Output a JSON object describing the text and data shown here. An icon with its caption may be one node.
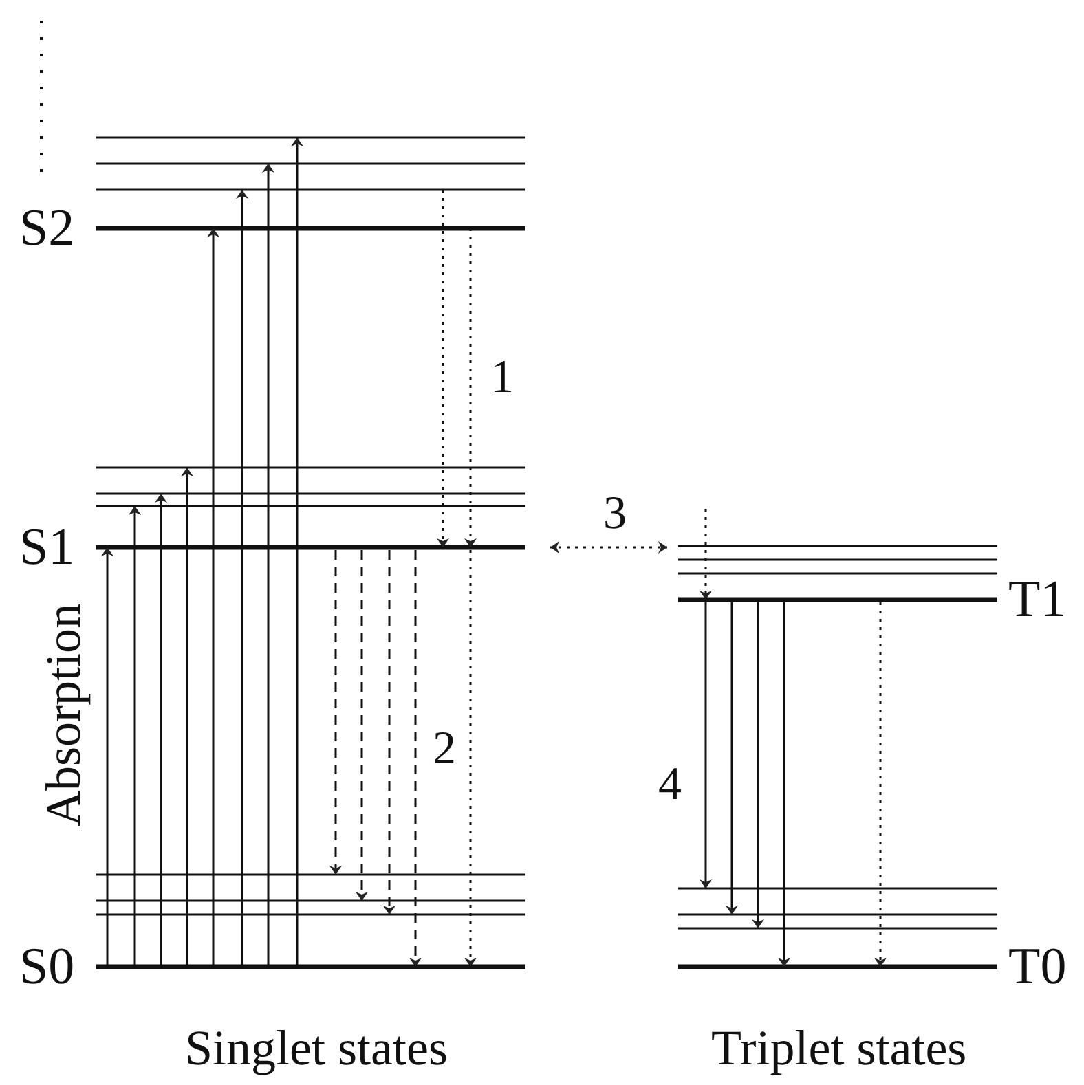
{
  "diagram": {
    "labels": [
      "S2",
      "1",
      "3",
      "S1",
      "T1",
      "Absorption",
      "2",
      "4",
      "S0",
      "T0",
      "Singlet states",
      "Triplet states"
    ]
  }
}
